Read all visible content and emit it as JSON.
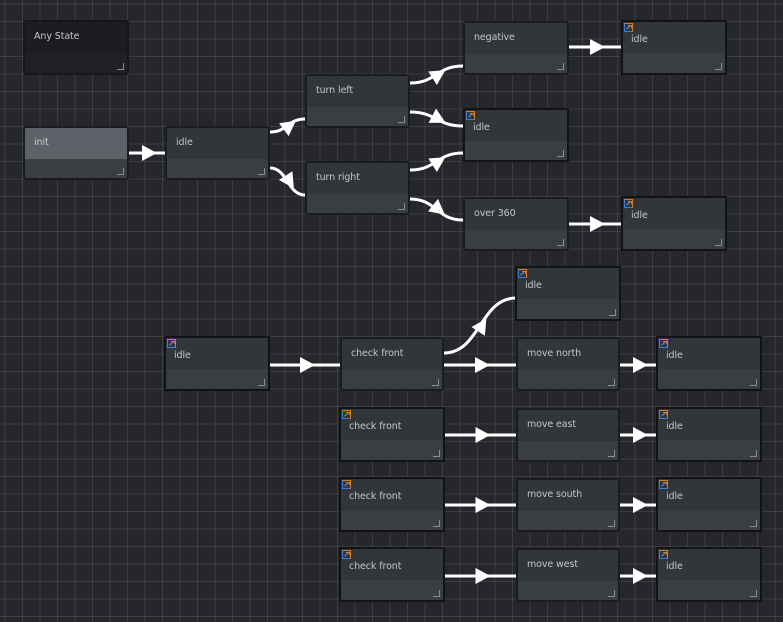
{
  "graph": {
    "title": "State graph",
    "nodes": [
      {
        "id": "any_state",
        "label": "Any State",
        "kind": "any"
      },
      {
        "id": "init",
        "label": "init",
        "kind": "init"
      },
      {
        "id": "idle_main",
        "label": "idle",
        "kind": "state"
      },
      {
        "id": "turn_left",
        "label": "turn left",
        "kind": "state"
      },
      {
        "id": "turn_right",
        "label": "turn right",
        "kind": "state"
      },
      {
        "id": "negative",
        "label": "negative",
        "kind": "state"
      },
      {
        "id": "jump_idle_1",
        "label": "idle",
        "kind": "jump"
      },
      {
        "id": "over_360",
        "label": "over 360",
        "kind": "state"
      },
      {
        "id": "jump_idle_2",
        "label": "idle",
        "kind": "jump"
      },
      {
        "id": "jump_idle_3",
        "label": "idle",
        "kind": "jump"
      },
      {
        "id": "jump_idle_4",
        "label": "idle",
        "kind": "jump"
      },
      {
        "id": "jump_idle_5",
        "label": "idle",
        "kind": "jump"
      },
      {
        "id": "check_front_1",
        "label": "check front",
        "kind": "state"
      },
      {
        "id": "move_north",
        "label": "move north",
        "kind": "state"
      },
      {
        "id": "jump_idle_6",
        "label": "idle",
        "kind": "jump"
      },
      {
        "id": "jump_check_front_2",
        "label": "check front",
        "kind": "jump"
      },
      {
        "id": "move_east",
        "label": "move east",
        "kind": "state"
      },
      {
        "id": "jump_idle_7",
        "label": "idle",
        "kind": "jump"
      },
      {
        "id": "jump_check_front_3",
        "label": "check front",
        "kind": "jump"
      },
      {
        "id": "move_south",
        "label": "move south",
        "kind": "state"
      },
      {
        "id": "jump_idle_8",
        "label": "idle",
        "kind": "jump"
      },
      {
        "id": "jump_check_front_4",
        "label": "check front",
        "kind": "jump"
      },
      {
        "id": "move_west",
        "label": "move west",
        "kind": "state"
      },
      {
        "id": "jump_idle_9",
        "label": "idle",
        "kind": "jump"
      }
    ],
    "edges": [
      {
        "from": "init",
        "to": "idle_main"
      },
      {
        "from": "idle_main",
        "to": "turn_left"
      },
      {
        "from": "idle_main",
        "to": "turn_right"
      },
      {
        "from": "turn_left",
        "to": "negative"
      },
      {
        "from": "turn_left",
        "to": "jump_idle_1"
      },
      {
        "from": "turn_right",
        "to": "jump_idle_1"
      },
      {
        "from": "turn_right",
        "to": "over_360"
      },
      {
        "from": "negative",
        "to": "jump_idle_2"
      },
      {
        "from": "over_360",
        "to": "jump_idle_3"
      },
      {
        "from": "jump_idle_5",
        "to": "check_front_1"
      },
      {
        "from": "check_front_1",
        "to": "jump_idle_4"
      },
      {
        "from": "check_front_1",
        "to": "move_north"
      },
      {
        "from": "move_north",
        "to": "jump_idle_6"
      },
      {
        "from": "jump_check_front_2",
        "to": "move_east"
      },
      {
        "from": "move_east",
        "to": "jump_idle_7"
      },
      {
        "from": "jump_check_front_3",
        "to": "move_south"
      },
      {
        "from": "move_south",
        "to": "jump_idle_8"
      },
      {
        "from": "jump_check_front_4",
        "to": "move_west"
      },
      {
        "from": "move_west",
        "to": "jump_idle_9"
      }
    ],
    "colors": {
      "background": "#25272c",
      "edge": "#ffffff",
      "jump_icon_orange": "#e07b1c",
      "jump_icon_blue": "#3d7fd6"
    }
  }
}
